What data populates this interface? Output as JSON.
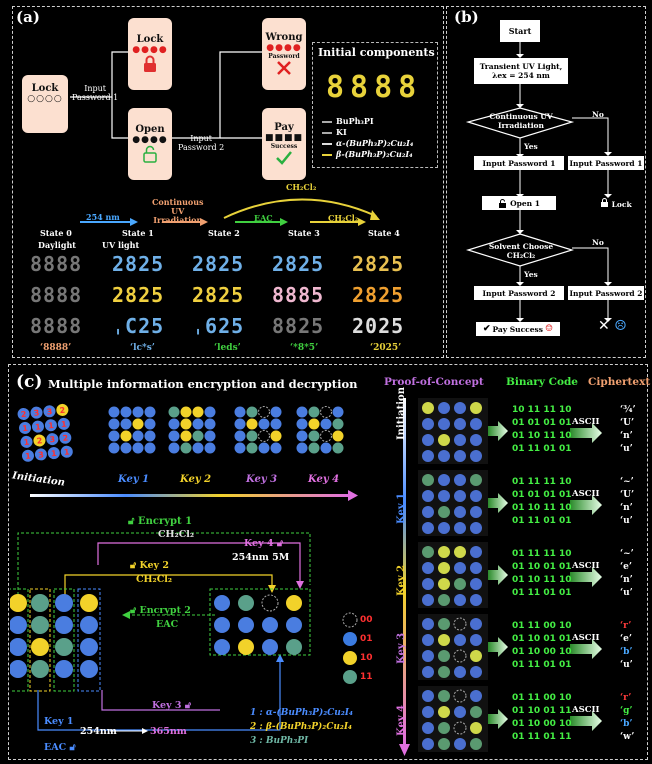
{
  "panel_a": {
    "label": "(a)",
    "lock_phone": {
      "title": "Lock",
      "dots": "○○○○"
    },
    "lock_result": {
      "title": "Lock",
      "dots": "●●●●"
    },
    "open_phone": {
      "title": "Open",
      "dots": "●●●●"
    },
    "wrong_phone": {
      "title": "Wrong",
      "dots": "●●●●",
      "sub": "Password"
    },
    "pay_phone": {
      "title": "Pay",
      "dots": "■■■■",
      "sub": "Success"
    },
    "input_pw1": "Input\nPassword 1",
    "input_pw2": "Input\nPassword 2",
    "components": {
      "title": "Initial components",
      "digits": "8888",
      "items": [
        "BuPh₃PI",
        "KI",
        "α-(BuPh₃P)₂Cu₂I₄",
        "β-(BuPh₃P)₂Cu₂I₄"
      ],
      "colors": [
        "#aaaaaa",
        "#aaaaaa",
        "#dddddd",
        "#e8d23a"
      ]
    },
    "states": [
      "State 0",
      "State 1",
      "State 2",
      "State 3",
      "State 4"
    ],
    "arrows": {
      "s01": "254 nm",
      "s12": "Continuous\nUV\nIrradiation",
      "s23": "EAC",
      "s34": "CH₂Cl₂",
      "s24": "CH₂Cl₂"
    },
    "conditions": {
      "daylight": "Daylight",
      "uv": "UV light"
    },
    "rows": [
      [
        "8888",
        "2825",
        "2825",
        "2825",
        "2825"
      ],
      [
        "8888",
        "2825",
        "2825",
        "8885",
        "2825"
      ],
      [
        "8888",
        "ˌC25",
        "ˌ625",
        "8825",
        "2025"
      ]
    ],
    "captions": [
      "‘8888’",
      "‘lc*s’",
      "‘leds’",
      "‘*8*5’",
      "‘2025’"
    ]
  },
  "panel_b": {
    "label": "(b)",
    "start": "Start",
    "transient": "Transient UV Light,\nλex = 254 nm",
    "continuous": "Continuous UV\nIrradiation",
    "yes1": "Yes",
    "no1": "No",
    "in_pw1_left": "Input Password 1",
    "in_pw1_right": "Input Password 1",
    "open1": "Open 1",
    "lock": "Lock",
    "solvent": "Solvent Choose\nCH₂Cl₂",
    "yes2": "Yes",
    "no2": "No",
    "in_pw2_left": "Input Password 2",
    "in_pw2_right": "Input Password 2",
    "pay": "Pay Success"
  },
  "panel_c": {
    "label": "(c)",
    "title": "Multiple information encryption and decryption",
    "initiation": "Initiation",
    "keys": [
      "Key 1",
      "Key 2",
      "Key 3",
      "Key 4"
    ],
    "encrypt1": "Encrypt 1",
    "ch2cl2_a": "CH₂Cl₂",
    "key4_label": "Key 4",
    "key4_cond": "254nm 5M",
    "key2_label": "Key 2",
    "ch2cl2_b": "CH₂Cl₂",
    "encrypt2": "Encrypt 2",
    "eac_a": "EAC",
    "key3_label": "Key 3",
    "key3_cond_a": "254nm",
    "key3_cond_b": "365nm",
    "key1_label": "Key 1",
    "eac_b": "EAC",
    "legend_codes": [
      "00",
      "01",
      "10",
      "11"
    ],
    "legend_colors": [
      "#000000",
      "#3b7be0",
      "#f2d22a",
      "#5aa08a"
    ],
    "materials": [
      "1 : α-(BuPh₃P)₂Cu₂I₄",
      "2 : β-(BuPh₃P)₂Cu₂I₄",
      "3 : BuPh₃PI"
    ],
    "material_colors": [
      "#4a8cff",
      "#f2d22a",
      "#6fb8a6"
    ],
    "poc_header": "Proof-of-Concept",
    "binary_header": "Binary Code",
    "cipher_header": "Ciphertext",
    "ascii": "ASCII",
    "row_labels": [
      "Initiation",
      "Key 1",
      "Key 2",
      "Key 3",
      "Key 4"
    ],
    "binary": [
      [
        "10 11 11 10",
        "01 01 01 01",
        "01 10 11 10",
        "01 11 01 01"
      ],
      [
        "01 11 11 10",
        "01 01 01 01",
        "01 10 11 10",
        "01 11 01 01"
      ],
      [
        "01 11 11 10",
        "01 10 01 01",
        "01 10 11 10",
        "01 11 01 01"
      ],
      [
        "01 11 00 10",
        "01 10 01 01",
        "01 10 00 10",
        "01 11 01 01"
      ],
      [
        "01 11 00 10",
        "01 10 01 11",
        "01 10 00 10",
        "01 11 01 11"
      ]
    ],
    "cipher": [
      [
        "‘¾’",
        "‘U’",
        "‘n’",
        "‘u’"
      ],
      [
        "‘~’",
        "‘U’",
        "‘n’",
        "‘u’"
      ],
      [
        "‘~’",
        "‘e’",
        "‘n’",
        "‘u’"
      ],
      [
        "‘r’",
        "‘e’",
        "‘b’",
        "‘u’"
      ],
      [
        "‘r’",
        "‘g’",
        "‘b’",
        "‘w’"
      ]
    ],
    "cipher_colors": [
      [
        "#ffffff",
        "#ffffff",
        "#ffffff",
        "#ffffff"
      ],
      [
        "#ffffff",
        "#ffffff",
        "#ffffff",
        "#ffffff"
      ],
      [
        "#ffffff",
        "#ffffff",
        "#ffffff",
        "#ffffff"
      ],
      [
        "#ff3b3b",
        "#ffffff",
        "#4aa8ff",
        "#ffffff"
      ],
      [
        "#ff3b3b",
        "#44ee44",
        "#4aa8ff",
        "#ffffff"
      ]
    ]
  }
}
